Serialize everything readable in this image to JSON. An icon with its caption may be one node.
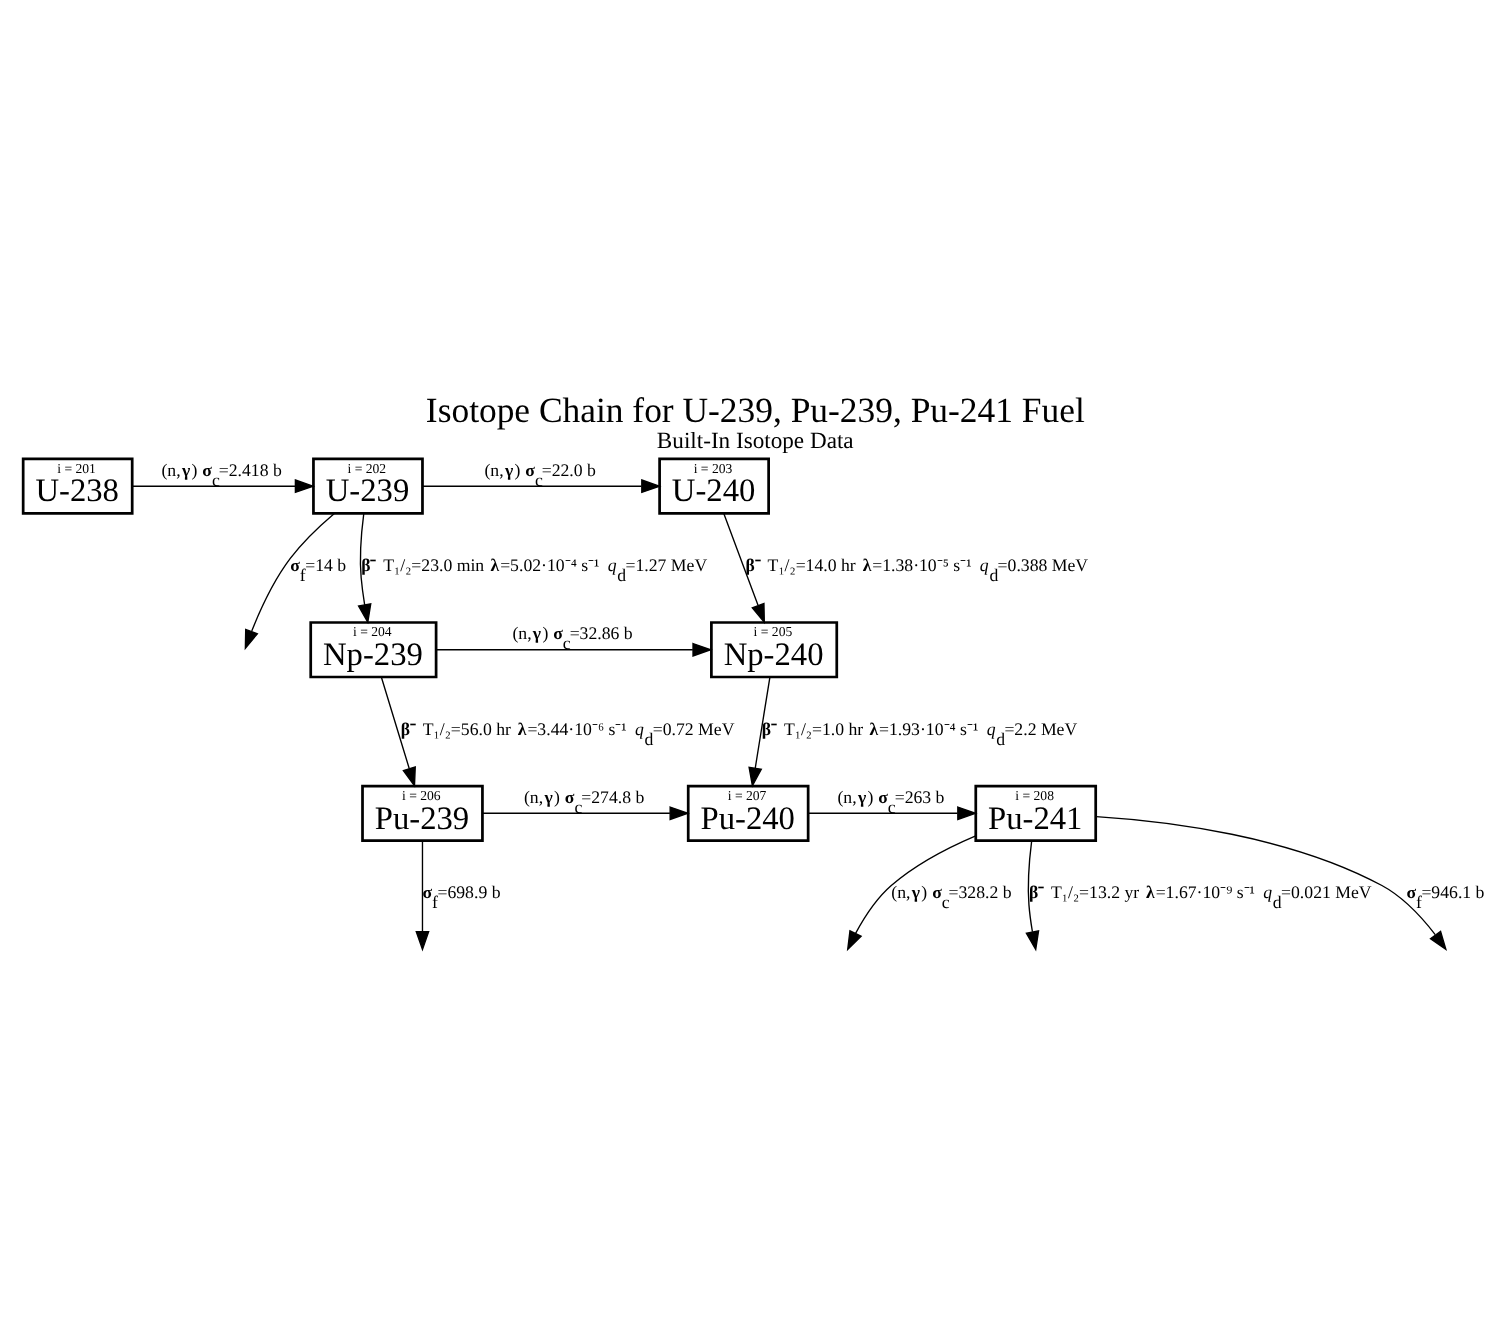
{
  "diagram": {
    "title": "Isotope Chain for U-239, Pu-239, Pu-241 Fuel",
    "caption": "Built-In Isotope Data",
    "nodes": [
      {
        "text": [
          "i = 201",
          "U-238"
        ]
      },
      {
        "text": [
          "i = 202",
          "U-239"
        ]
      },
      {
        "text": [
          "i = 203",
          "U-240"
        ]
      },
      {
        "text": [
          "i = 204",
          "Np-239"
        ]
      },
      {
        "text": [
          "i = 205",
          "Np-240"
        ]
      },
      {
        "text": [
          "i = 206",
          "Pu-239"
        ]
      },
      {
        "text": [
          "i = 207",
          "Pu-240"
        ]
      },
      {
        "text": [
          "i = 208",
          "Pu-241"
        ]
      }
    ],
    "edges": [
      {
        "from": 0,
        "to": 1,
        "arrow": "to",
        "label": "(n,**γ**) **σ**$_{c}$=2.418 b"
      },
      {
        "from": 1,
        "to": 2,
        "arrow": "to",
        "label": "(n,**γ**) **σ**$_{c}$=22.0 b"
      },
      {
        "from": 1,
        "to": null,
        "arrow": "to",
        "label": "**σ**$_{f}$=14 b"
      },
      {
        "from": 1,
        "to": 3,
        "arrow": "to",
        "label": "**β⁻** T₁/₂=23.0 min **λ**=5.02·10⁻⁴ s⁻¹ *q*$_{d}$=1.27 MeV"
      },
      {
        "from": 2,
        "to": 4,
        "arrow": "to",
        "label": "**β⁻** T₁/₂=14.0 hr **λ**=1.38·10⁻⁵ s⁻¹ *q*$_{d}$=0.388 MeV"
      },
      {
        "from": 3,
        "to": 4,
        "arrow": "to",
        "label": "(n,**γ**) **σ**$_{c}$=32.86 b"
      },
      {
        "from": 3,
        "to": 5,
        "arrow": "to",
        "label": "**β⁻** T₁/₂=56.0 hr **λ**=3.44·10⁻⁶ s⁻¹ *q*$_{d}$=0.72 MeV"
      },
      {
        "from": 4,
        "to": 6,
        "arrow": "to",
        "label": "**β⁻** T₁/₂=1.0 hr **λ**=1.93·10⁻⁴ s⁻¹ *q*$_{d}$=2.2 MeV"
      },
      {
        "from": 5,
        "to": null,
        "arrow": "to",
        "label": "**σ**$_{f}$=698.9 b"
      },
      {
        "from": 5,
        "to": 6,
        "arrow": "to",
        "label": "(n,**γ**) **σ**$_{c}$=274.8 b"
      },
      {
        "from": 6,
        "to": 7,
        "arrow": "to",
        "label": "(n,**γ**) **σ**$_{c}$=263 b"
      },
      {
        "from": 7,
        "to": null,
        "arrow": "to",
        "label": "**σ**$_{f}$=946.1 b"
      },
      {
        "from": 7,
        "to": null,
        "arrow": "to",
        "label": "(n,**γ**) **σ**$_{c}$=328.2 b"
      },
      {
        "from": 7,
        "to": null,
        "arrow": "to",
        "label": "**β⁻** T₁/₂=13.2 yr **λ**=1.67·10⁻⁹ s⁻¹ *q*$_{d}$=0.021 MeV"
      }
    ]
  }
}
